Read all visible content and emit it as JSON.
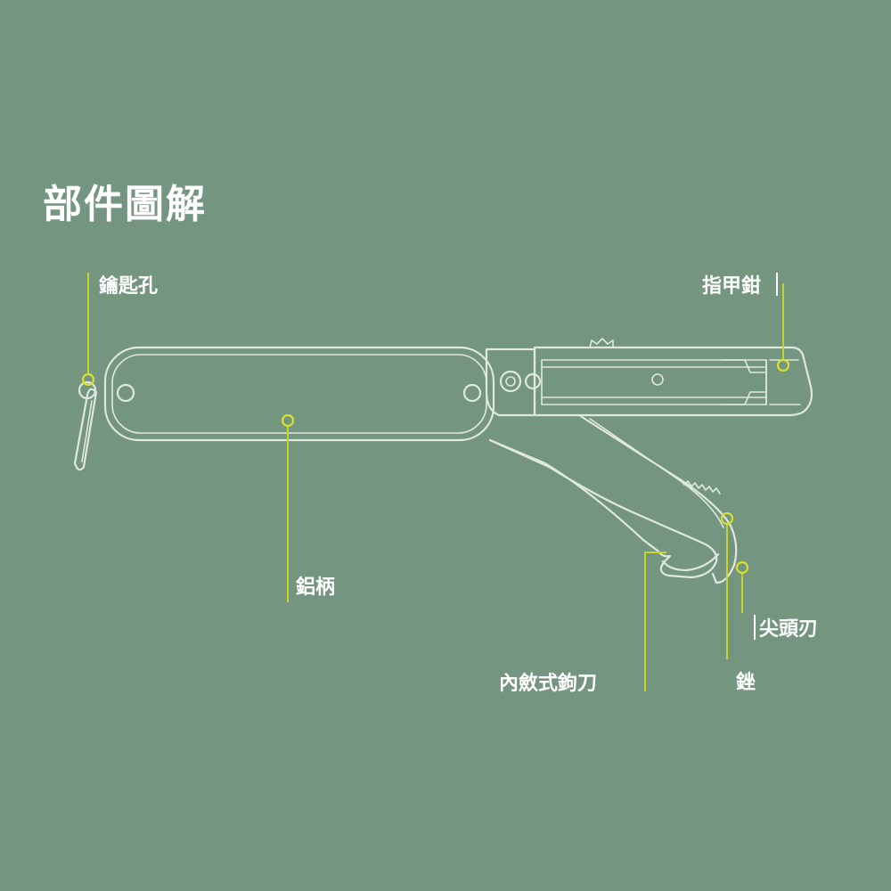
{
  "title": "部件圖解",
  "colors": {
    "background": "#749580",
    "outline": "#dfe8df",
    "leader": "#c8d42a",
    "text": "#ffffff"
  },
  "labels": {
    "keyhole": "鑰匙孔",
    "nail_clipper": "指甲鉗",
    "aluminum_handle": "鋁柄",
    "pointed_blade": "尖頭刃",
    "hook_blade": "內斂式鉤刀",
    "file": "銼"
  }
}
